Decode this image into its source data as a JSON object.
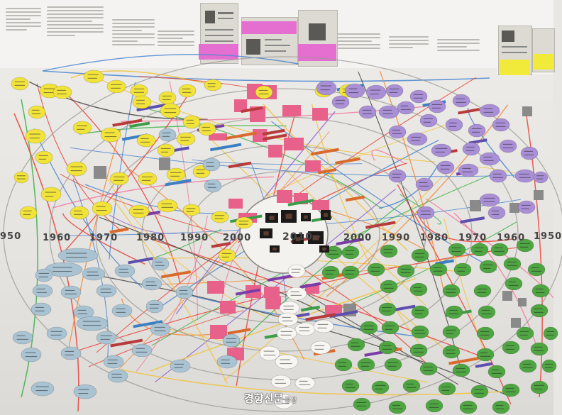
{
  "decades": {
    "left": [
      "950",
      "1960",
      "1970",
      "1980",
      "1990",
      "2000"
    ],
    "center": "2010~",
    "right": [
      "2000",
      "1990",
      "1980",
      "1970",
      "1960",
      "1950"
    ]
  },
  "watermark": {
    "name": "경향신문",
    "suffix": "정성"
  },
  "colors": {
    "wall": "#e9e7e3",
    "node_yellow": "#f2e33a",
    "node_blue": "#a9c3d3",
    "node_purple": "#a98fd6",
    "node_green": "#4fa542",
    "note_pink": "#e8618a",
    "note_gray": "#8a8a8a"
  }
}
